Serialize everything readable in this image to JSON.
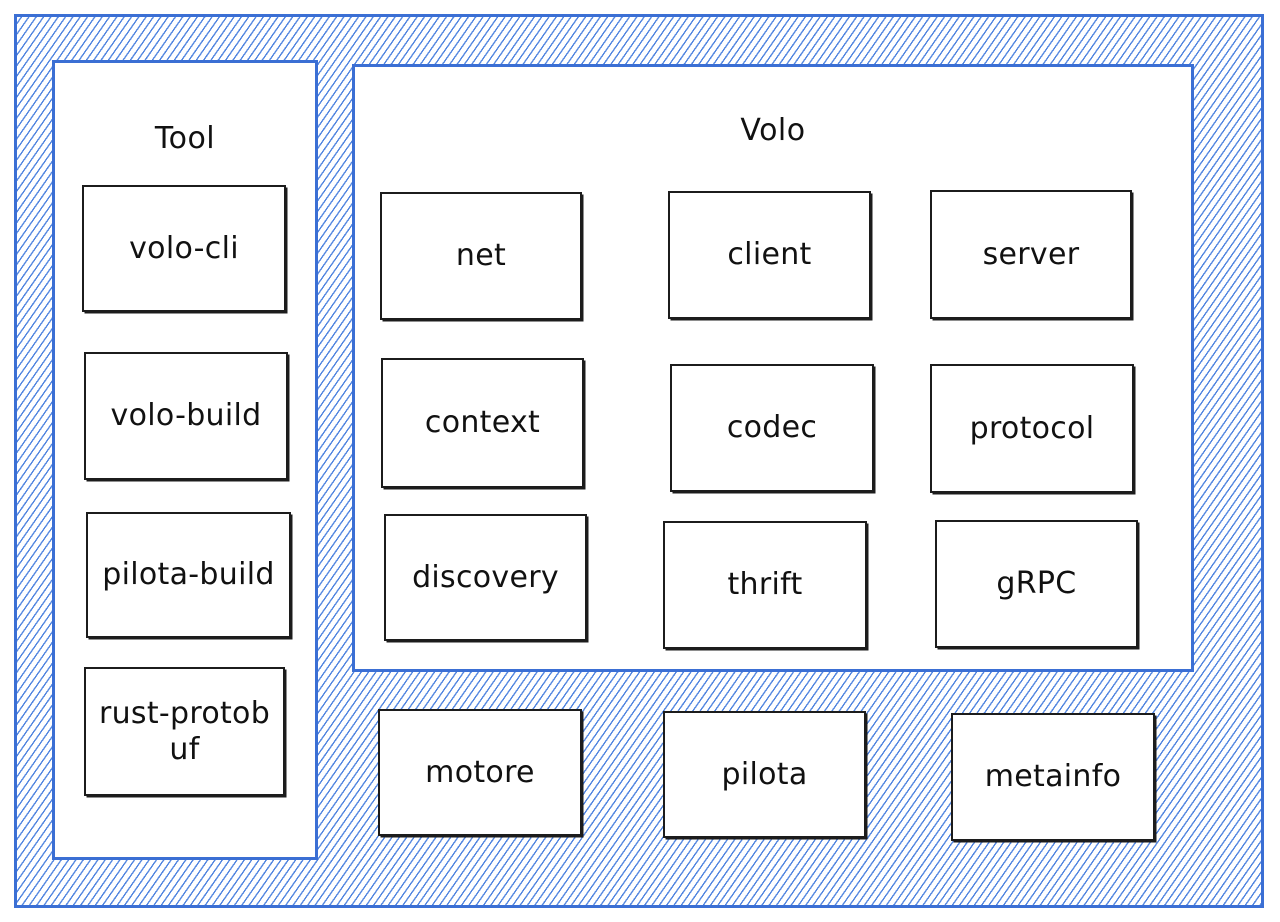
{
  "tool_panel": {
    "title": "Tool",
    "items": [
      "volo-cli",
      "volo-build",
      "pilota-build",
      "rust-protobuf"
    ]
  },
  "volo_panel": {
    "title": "Volo",
    "items": [
      "net",
      "client",
      "server",
      "context",
      "codec",
      "protocol",
      "discovery",
      "thrift",
      "gRPC"
    ]
  },
  "bottom_items": [
    "motore",
    "pilota",
    "metainfo"
  ],
  "colors": {
    "accent": "#3b6fd4",
    "hatch": "#4a80de",
    "box_border": "#1c1c1c"
  }
}
